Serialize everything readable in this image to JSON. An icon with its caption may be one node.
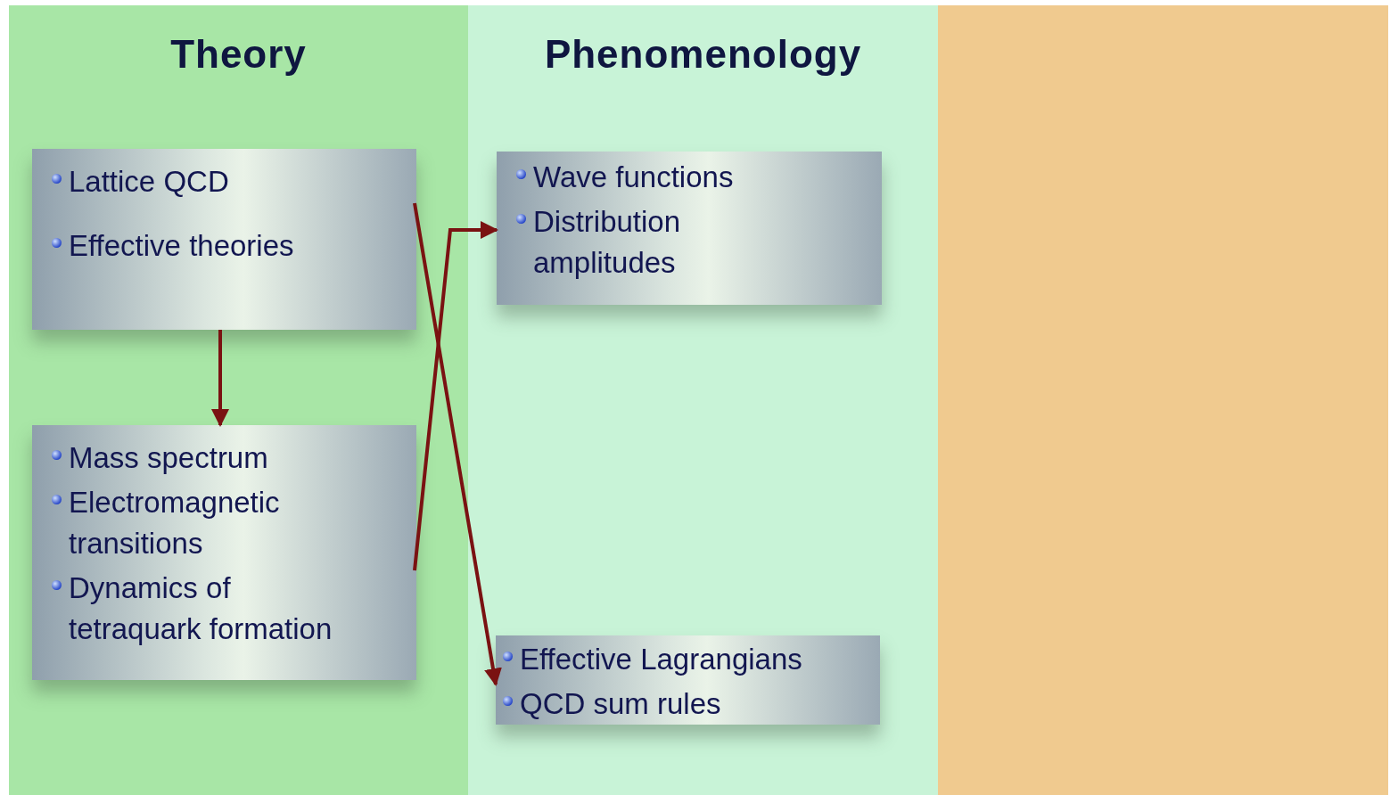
{
  "diagram": {
    "nodes": [
      {
        "text": [
          "Theory"
        ]
      },
      {
        "text": [
          "Lattice QCD",
          "Effective theories"
        ],
        "in": 0
      },
      {
        "text": [
          "Mass spectrum",
          "Electromagnetic transitions",
          "Dynamics of tetraquark formation"
        ],
        "in": 0
      },
      {
        "text": [
          "Phenomenology"
        ]
      },
      {
        "text": [
          "Wave functions",
          "Distribution amplitudes"
        ],
        "in": 3
      },
      {
        "text": [
          "Effective Lagrangians",
          "QCD sum rules"
        ],
        "in": 3
      },
      {
        "text": [],
        "shape": "box"
      }
    ],
    "edges": [
      {
        "from": 1,
        "to": 2,
        "arrow": "to"
      },
      {
        "from": 1,
        "to": 5,
        "arrow": "to"
      },
      {
        "from": 2,
        "to": 4,
        "arrow": "to"
      }
    ]
  }
}
